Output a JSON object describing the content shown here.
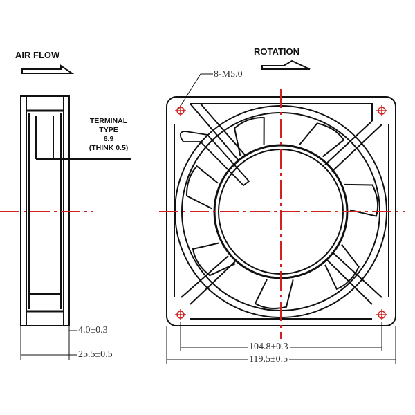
{
  "labels": {
    "air_flow": "AIR FLOW",
    "rotation": "ROTATION",
    "terminal": [
      "TERMINAL",
      "TYPE",
      "6.9",
      "(THINK 0.5)"
    ],
    "screw": "8-M5.0"
  },
  "dimensions": {
    "frame_lip": "4.0±0.3",
    "depth": "25.5±0.5",
    "hole_spacing": "104.8±0.3",
    "overall": "119.5±0.5"
  },
  "colors": {
    "line": "#111111",
    "centerline": "#d42020"
  },
  "blade_count": 7
}
